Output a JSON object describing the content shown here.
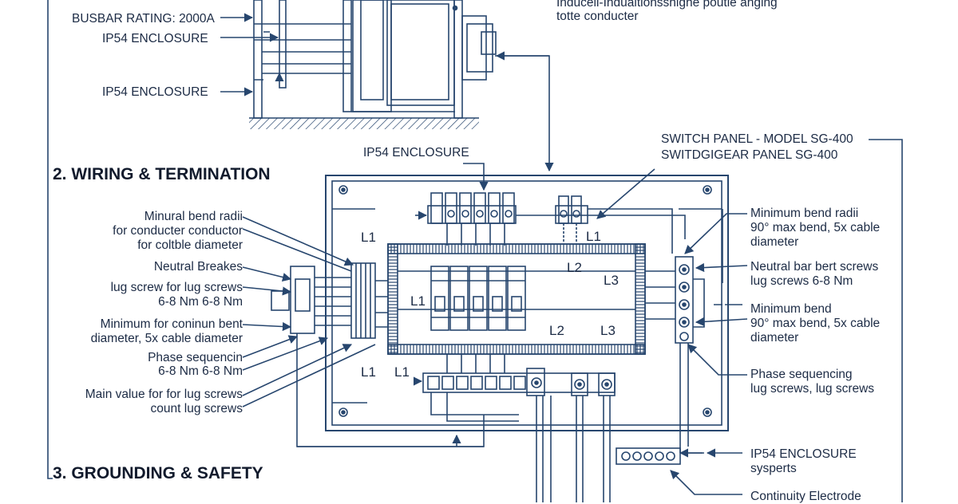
{
  "headings": {
    "wiring": "2. WIRING & TERMINATION",
    "grounding": "3. GROUNDING & SAFETY"
  },
  "top_left": {
    "busbar": "BUSBAR RATING: 2000A",
    "enclosure_1": "IP54 ENCLOSURE",
    "enclosure_2": "IP54 ENCLOSURE"
  },
  "top_right": {
    "line_1": "Inducell-Induaitionsshighe poutle  anging",
    "line_2": "totte conducter"
  },
  "center_top": {
    "enclosure": "IP54 ENCLOSURE"
  },
  "panel_titles": {
    "model": "SWITCH PANEL - MODEL SG-400",
    "gear": "SWITDGIGEAR PANEL SG-400"
  },
  "left_labels": {
    "bend_1": "Minural bend radii",
    "bend_2": "for conducter conductor",
    "bend_3": "for coltble diameter",
    "neutral": "Neutral Breakes",
    "lug_1": "lug screw for lug screws",
    "lug_2": "6-8 Nm 6-8 Nm",
    "min_1": "Minimum for coninun bent",
    "min_2": "diameter, 5x cable diameter",
    "phase_1": "Phase sequencin",
    "phase_2": "6-8 Nm 6-8 Nm",
    "main_1": "Main value for for lug screws",
    "main_2": "count lug screws"
  },
  "right_labels": {
    "bend_1": "Minimum bend radii",
    "bend_2": "90° max bend, 5x cable",
    "bend_3": "diameter",
    "neutral_1": "Neutral bar bert screws",
    "neutral_2": "lug screws 6-8 Nm",
    "min_1": "Minimum bend",
    "min_2": "90° max bend, 5x cable",
    "min_3": "diameter",
    "phase_1": "Phase sequencing",
    "phase_2": "lug screws, lug screws",
    "enc_1": "IP54 ENCLOSURE",
    "enc_2": "sysperts",
    "cont": "Continuity  Electrode"
  },
  "phase_labels": {
    "l1": "L1",
    "l2": "L2",
    "l3": "L3"
  },
  "colors": {
    "line": "#27466e",
    "accent": "#3a5f8f",
    "text": "#1c2b45"
  }
}
